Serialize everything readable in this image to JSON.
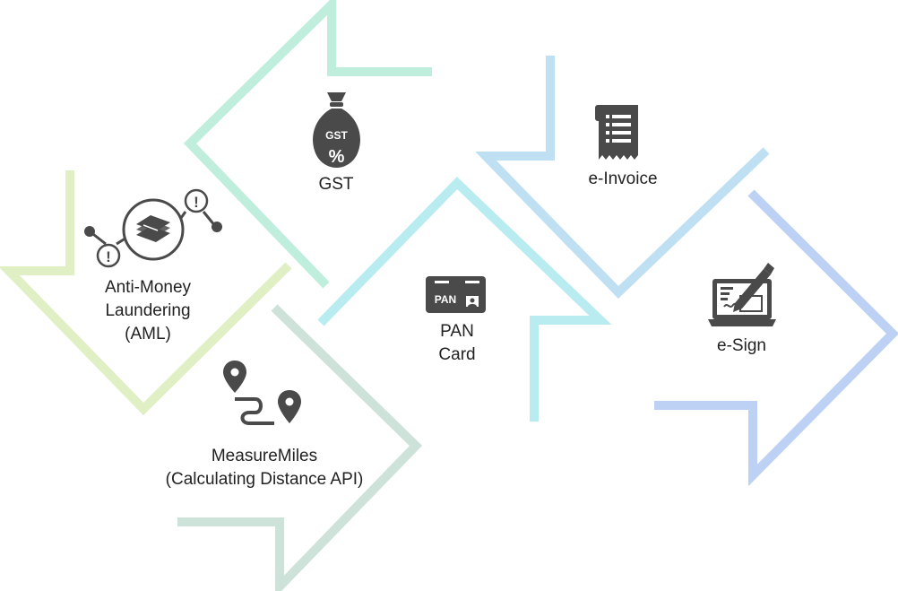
{
  "services": [
    {
      "id": "gst",
      "lines": [
        "GST"
      ],
      "icon": "money-bag-gst-icon",
      "icon_text": "GST",
      "icon_symbol": "%"
    },
    {
      "id": "einvoice",
      "lines": [
        "e-Invoice"
      ],
      "icon": "receipt-icon"
    },
    {
      "id": "aml",
      "lines": [
        "Anti-Money",
        "Laundering",
        "(AML)"
      ],
      "icon": "money-network-alert-icon"
    },
    {
      "id": "pan",
      "lines": [
        "PAN",
        "Card"
      ],
      "icon": "pan-card-icon",
      "icon_text": "PAN"
    },
    {
      "id": "esign",
      "lines": [
        "e-Sign"
      ],
      "icon": "laptop-signature-icon"
    },
    {
      "id": "measuremiles",
      "lines": [
        "MeasureMiles",
        "(Calculating Distance API)"
      ],
      "icon": "route-pins-icon"
    }
  ],
  "colors": {
    "gst_arrow": "#bfeedd",
    "aml_arrow": "#e0f0c4",
    "measure_arrow": "#cde2d8",
    "pan_arrow": "#b9ecf0",
    "einvoice_arrow": "#bfdff3",
    "esign_arrow": "#bcd1f3",
    "icon": "#4a4a4a",
    "text": "#222222"
  }
}
